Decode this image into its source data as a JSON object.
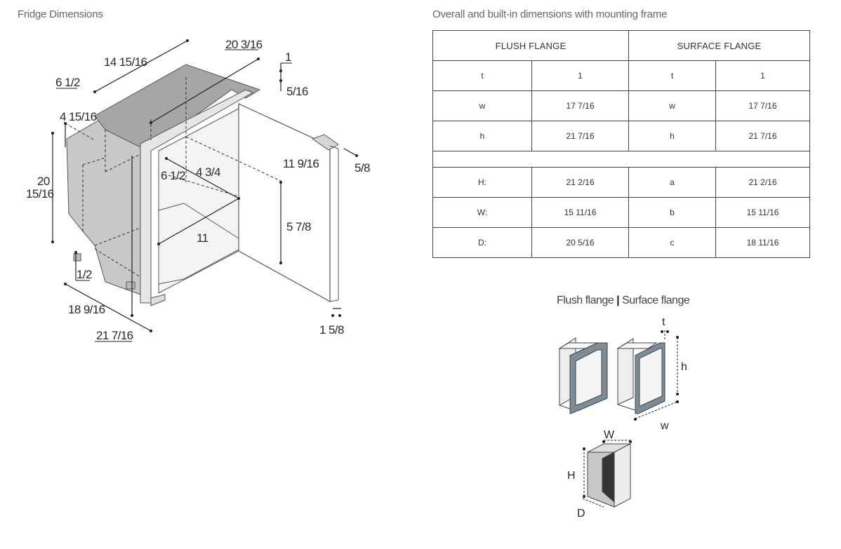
{
  "left_title": "Fridge Dimensions",
  "right_title": "Overall and built-in dimensions with mounting frame",
  "fridge_dims": {
    "d_20_3_16": "20 3/16",
    "d_14_15_16": "14 15/16",
    "d_6_1_2_top": "6 1/2",
    "d_1": "1",
    "d_5_16": "5/16",
    "d_4_15_16": "4 15/16",
    "d_20": "20",
    "d_15_16": "15/16",
    "d_6_1_2_inner": "6 1/2",
    "d_4_3_4": "4 3/4",
    "d_11_9_16": "11 9/16",
    "d_5_8": "5/8",
    "d_5_7_8": "5 7/8",
    "d_11": "11",
    "d_1_2": "1/2",
    "d_18_9_16": "18 9/16",
    "d_21_7_16": "21 7/16",
    "d_1_5_8": "1 5/8"
  },
  "table": {
    "flush_header": "FLUSH FLANGE",
    "surface_header": "SURFACE FLANGE",
    "rows_top": [
      [
        "t",
        "1",
        "t",
        "1"
      ],
      [
        "w",
        "17 7/16",
        "w",
        "17 7/16"
      ],
      [
        "h",
        "21 7/16",
        "h",
        "21 7/16"
      ]
    ],
    "rows_bottom": [
      [
        "H:",
        "21 2/16",
        "a",
        "21 2/16"
      ],
      [
        "W:",
        "15 11/16",
        "b",
        "15 11/16"
      ],
      [
        "D:",
        "20 5/16",
        "c",
        "18 11/16"
      ]
    ]
  },
  "legend": {
    "flush": "Flush flange",
    "separator": "|",
    "surface": "Surface flange"
  },
  "flange_labels": {
    "t": "t",
    "h": "h",
    "w": "w"
  },
  "cutout_labels": {
    "W": "W",
    "H": "H",
    "D": "D"
  },
  "colors": {
    "flange": "#7d8c96",
    "body_gray": "#c8c8c8",
    "top_gray": "#a6a6a6",
    "line": "#333333"
  }
}
